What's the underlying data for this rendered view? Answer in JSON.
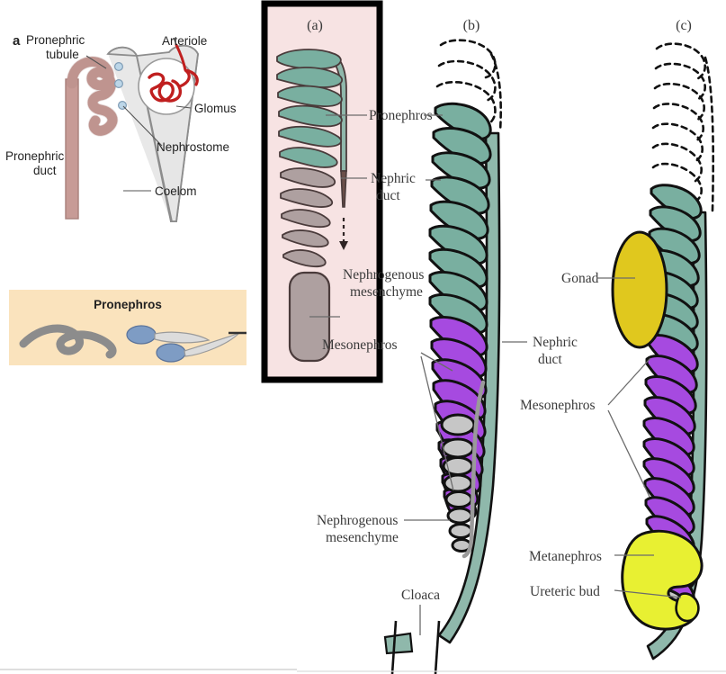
{
  "figure": {
    "title": "Vertebrate kidney development: pronephros, mesonephros, metanephros",
    "panel_labels": {
      "a": "(a)",
      "b": "(b)",
      "c": "(c)"
    }
  },
  "inset_a": {
    "letter": "a",
    "labels": {
      "pronephric_tubule": "Pronephric\ntubule",
      "pronephric_tubule_l1": "Pronephric",
      "pronephric_tubule_l2": "tubule",
      "arteriole": "Arteriole",
      "glomus": "Glomus",
      "nephrostome": "Nephrostome",
      "coelom": "Coelom",
      "pronephric_duct_l1": "Pronephric",
      "pronephric_duct_l2": "duct"
    },
    "colors": {
      "tubule": "#c79b96",
      "duct": "#c79b96",
      "glomus": "#c01f1f",
      "coelom": "#d8d8d8",
      "nephrostome": "#bcd6e8"
    }
  },
  "organism_panel": {
    "title": "Pronephros",
    "background": "#fae3bd",
    "organisms": [
      "lamprey",
      "tadpole",
      "tadpole"
    ]
  },
  "panel_a": {
    "label": "(a)",
    "background": "#f7e3e3",
    "border_color": "#000000",
    "labels": {
      "pronephros": "Pronephros",
      "nephric_duct_l1": "Nephric",
      "nephric_duct_l2": "duct",
      "nephrogenous_l1": "Nephrogenous",
      "nephrogenous_l2": "mesenchyme",
      "mesonephros": "Mesonephros"
    },
    "green_tubule_count": 6,
    "grey_tubule_count": 5,
    "has_mesenchyme_block": true,
    "has_growth_arrow": true
  },
  "panel_b": {
    "label": "(b)",
    "labels": {
      "pronephros": "Pronephros",
      "nephric_duct_l1": "Nephric",
      "nephric_duct_l2": "duct",
      "mesonephros": "Mesonephros",
      "nephrogenous_l1": "Nephrogenous",
      "nephrogenous_l2": "mesenchyme",
      "cloaca": "Cloaca"
    },
    "dashed_tubule_count": 3,
    "green_tubule_count": 9,
    "purple_tubule_count": 10,
    "grey_oval_count": 8
  },
  "panel_c": {
    "label": "(c)",
    "labels": {
      "gonad": "Gonad",
      "mesonephros": "Mesonephros",
      "metanephros": "Metanephros",
      "ureteric_bud": "Ureteric bud"
    },
    "dashed_tubule_count": 7,
    "green_tubule_count": 7,
    "purple_tubule_count": 13,
    "has_gonad": true,
    "has_metanephros": true
  },
  "colors": {
    "pronephros_green": "#79afa0",
    "mesonephros_purple": "#a64ae0",
    "mesenchyme_grey": "#bdbdbd",
    "mesenchyme_mauve": "#aea0a0",
    "nephric_duct_green": "#8fb8ab",
    "gonad_yellow": "#e0c81e",
    "metanephros_yellow": "#e8f032",
    "outline_black": "#111111",
    "inset_pink": "#f7e3e3",
    "organism_cream": "#fae3bd"
  }
}
